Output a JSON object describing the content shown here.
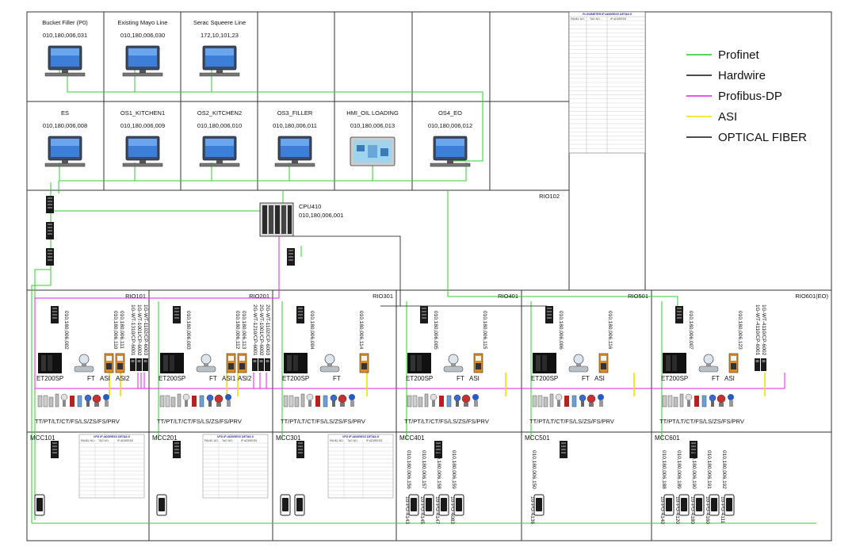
{
  "workstations_top": [
    {
      "name": "Bucket Filler (P0)",
      "ip": "010,180,006,031"
    },
    {
      "name": "Existing Mayo Line",
      "ip": "010,180,006,030"
    },
    {
      "name": "Serac Squeere Line",
      "ip": "172,10,101,23"
    }
  ],
  "workstations_mid": [
    {
      "name": "ES",
      "ip": "010,180,006,008"
    },
    {
      "name": "OS1_KITCHEN1",
      "ip": "010,180,006,009"
    },
    {
      "name": "OS2_KITCHEN2",
      "ip": "010,180,006,010"
    },
    {
      "name": "OS3_FILLER",
      "ip": "010,180,006,011"
    },
    {
      "name": "HMI_OIL LOADING",
      "ip": "010,180,006,013"
    },
    {
      "name": "OS4_EO",
      "ip": "010,180,006,012"
    }
  ],
  "cpu": {
    "name": "CPU410",
    "ip": "010,180,006,001"
  },
  "rio102": "RIO102",
  "rios": [
    {
      "name": "RIO101",
      "ip": "010,180,006,002",
      "asi_ip": "010,180,006,110",
      "asi2_ip": "010,180,006,111",
      "extra": [
        "1G-WT-1310/CP-6001",
        "1G-WT-1001/CP-6002",
        "1G-WT-1102/CP-6003"
      ],
      "asi": "ASI",
      "asi2": "ASI2",
      "et": "ET200SP",
      "ft": "FT",
      "field": "TT/PT/LT/CT/FS/LS/ZS/FS/PRV"
    },
    {
      "name": "RIO201",
      "ip": "010,180,006,003",
      "asi_ip": "010,180,006,112",
      "asi2_ip": "010,180,006,113",
      "extra": [
        "2G-WT-1210/CP-6001",
        "2G-WT-1001/CP-6002",
        "2G-WT-1102/CP-6003"
      ],
      "asi": "ASI1",
      "asi2": "ASI2",
      "et": "ET200SP",
      "ft": "FT",
      "field": "TT/PT/LT/CT/FS/LS/ZS/FS/PRV"
    },
    {
      "name": "RIO301",
      "ip": "010,180,006,004",
      "asi_ip": "010,180,006,114",
      "asi2_ip": "",
      "extra": [],
      "asi": "",
      "asi2": "",
      "et": "ET200SP",
      "ft": "FT",
      "field": "TT/PT/LT/CT/FS/LS/ZS/FS/PRV"
    },
    {
      "name": "RIO401",
      "ip": "010,180,006,005",
      "asi_ip": "010,180,006,115",
      "asi2_ip": "",
      "extra": [],
      "asi": "ASI",
      "asi2": "",
      "et": "ET200SP",
      "ft": "FT",
      "field": "TT/PT/LT/CT/FS/LS/ZS/FS/PRV"
    },
    {
      "name": "RIO501",
      "ip": "010,180,006,006",
      "asi_ip": "010,180,006,116",
      "asi2_ip": "",
      "extra": [],
      "asi": "ASI",
      "asi2": "",
      "et": "ET200SP",
      "ft": "FT",
      "field": "TT/PT/LT/CT/FS/LS/ZS/FS/PRV"
    },
    {
      "name": "RIO601(EO)",
      "ip": "010,180,006,007",
      "asi_ip": "010,180,006,123",
      "asi2_ip": "",
      "extra": [
        "1G-WT-4110/CP-6001",
        "1G-WT-4110/CP-6002"
      ],
      "asi": "ASI",
      "asi2": "",
      "et": "ET200SP",
      "ft": "FT",
      "field": "TT/PT/LT/CT/FS/LS/ZS/FS/PRV"
    }
  ],
  "mccs": [
    {
      "name": "MCC101",
      "ips": [],
      "tags": []
    },
    {
      "name": "MCC201",
      "ips": [],
      "tags": []
    },
    {
      "name": "MCC301",
      "ips": [],
      "tags": []
    },
    {
      "name": "MCC401",
      "ips": [
        "010,180,006,156",
        "010,180,006,157",
        "010,180,006,158",
        "010,180,006,159"
      ],
      "tags": [
        "10-PU-4143",
        "10-PU-4145",
        "10-PU-4147",
        "10-PU-4083"
      ]
    },
    {
      "name": "MCC501",
      "ips": [
        "010,180,006,150"
      ],
      "tags": [
        "10-PU-4136"
      ]
    },
    {
      "name": "MCC601",
      "ips": [
        "010,180,006,188",
        "010,180,006,189",
        "010,180,006,190",
        "010,180,006,191",
        "010,180,006,192"
      ],
      "tags": [
        "10-PU-4140",
        "10-PU-4120",
        "10-PU-4180",
        "10-PU-4160",
        "10-PU-4111"
      ]
    }
  ],
  "legend": [
    {
      "label": "Profinet",
      "color": "#22cc22"
    },
    {
      "label": "Hardwire",
      "color": "#111111"
    },
    {
      "label": "Profibus-DP",
      "color": "#e020e0"
    },
    {
      "label": "ASI",
      "color": "#f0e000"
    },
    {
      "label": "OPTICAL FIBER",
      "color": "#111111"
    }
  ],
  "flow_table": {
    "title": "FLOWMETER IP ADDRESS DETAILS",
    "header": [
      "PANEL NO.",
      "TAG NO.",
      "IP ADDRESS"
    ]
  },
  "vfd_table": {
    "title": "VFD IP ADDRESS DETAILS",
    "header": [
      "PANEL NO.",
      "TAG NO.",
      "IP ADDRESS"
    ]
  },
  "colors": {
    "profinet": "#22cc22",
    "profibus": "#e020e0",
    "asi": "#f0e000",
    "hardwire": "#111111"
  }
}
